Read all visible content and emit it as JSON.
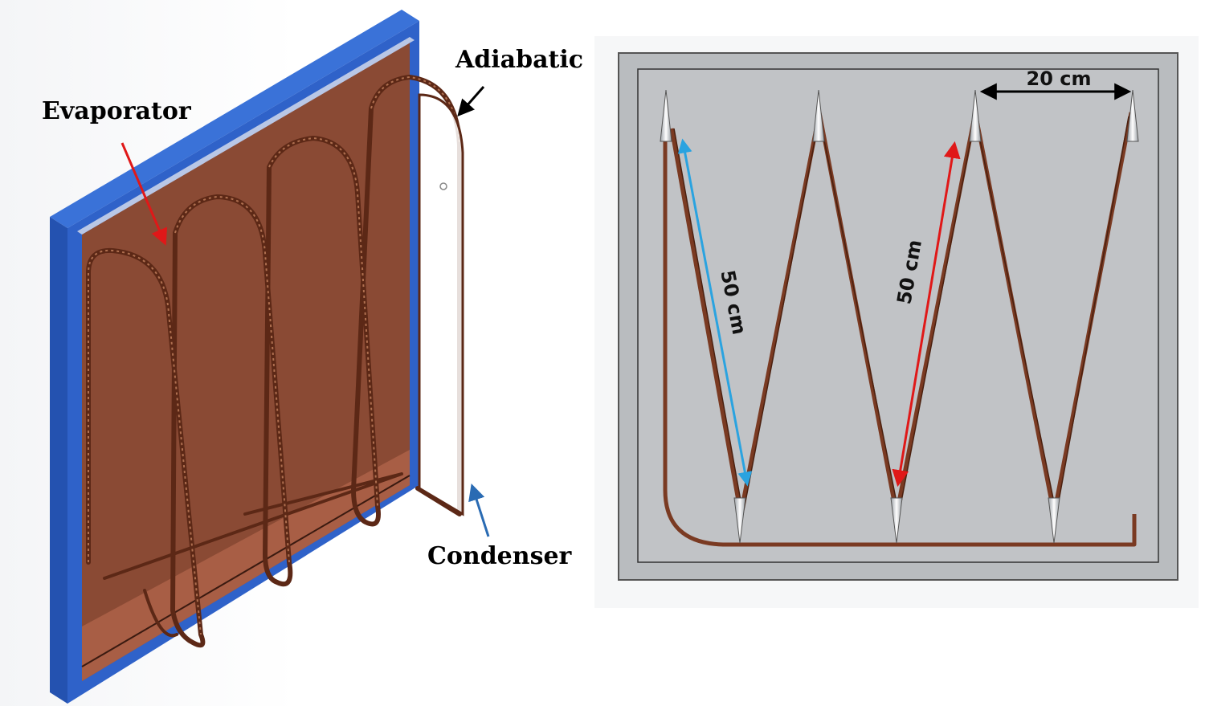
{
  "left_figure": {
    "labels": {
      "evaporator": "Evaporator",
      "adiabatic": "Adiabatic",
      "condenser": "Condenser"
    },
    "colors": {
      "frame": "#2f62c9",
      "plate": "#8a4a34",
      "tube": "#6a2e1a",
      "evaporator_arrow": "#e01818",
      "adiabatic_arrow": "#000000",
      "condenser_arrow": "#2a6bb3"
    }
  },
  "right_figure": {
    "dimensions": {
      "width_label": "20 cm",
      "left_length_label": "50 cm",
      "right_length_label": "50 cm"
    },
    "colors": {
      "panel": "#b9bcbf",
      "tube": "#7a3a22",
      "width_arrow": "#000000",
      "left_length_arrow": "#2aa3e0",
      "right_length_arrow": "#e01818"
    }
  }
}
